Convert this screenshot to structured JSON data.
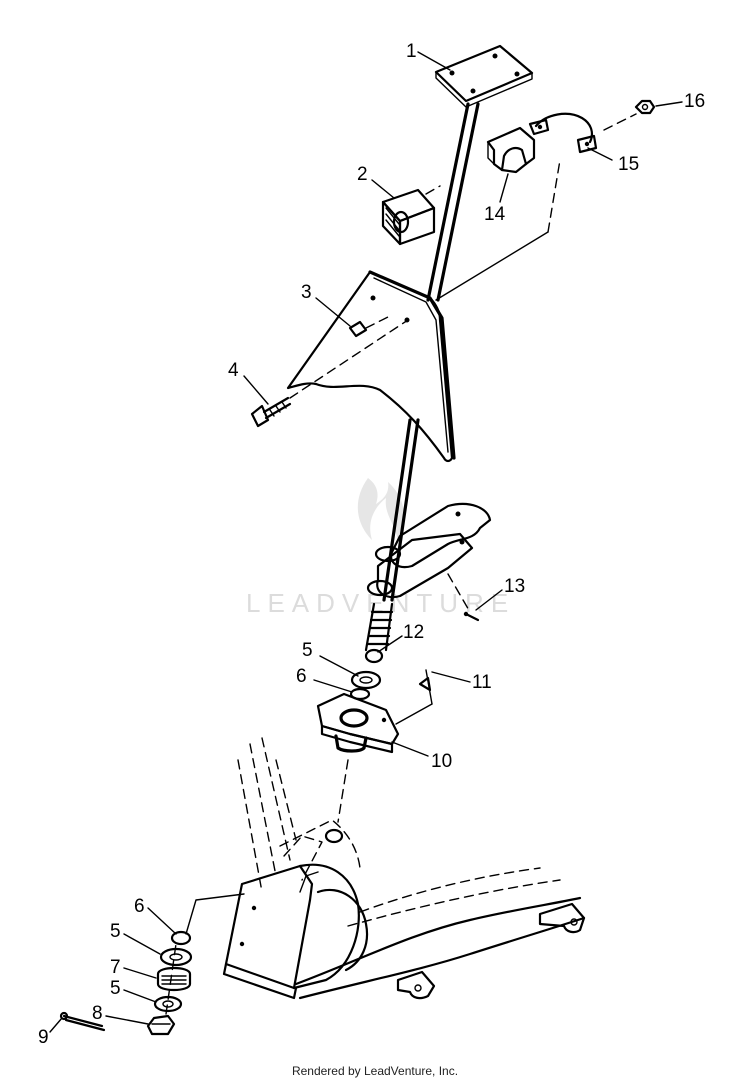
{
  "diagram": {
    "callouts": [
      {
        "id": "c1",
        "label": "1"
      },
      {
        "id": "c2",
        "label": "2"
      },
      {
        "id": "c3",
        "label": "3"
      },
      {
        "id": "c4",
        "label": "4"
      },
      {
        "id": "c5a",
        "label": "5"
      },
      {
        "id": "c6a",
        "label": "6"
      },
      {
        "id": "c10",
        "label": "10"
      },
      {
        "id": "c11",
        "label": "11"
      },
      {
        "id": "c12",
        "label": "12"
      },
      {
        "id": "c13",
        "label": "13"
      },
      {
        "id": "c14",
        "label": "14"
      },
      {
        "id": "c15",
        "label": "15"
      },
      {
        "id": "c16",
        "label": "16"
      },
      {
        "id": "c6b",
        "label": "6"
      },
      {
        "id": "c5b",
        "label": "5"
      },
      {
        "id": "c7",
        "label": "7"
      },
      {
        "id": "c5c",
        "label": "5"
      },
      {
        "id": "c8",
        "label": "8"
      },
      {
        "id": "c9",
        "label": "9"
      }
    ],
    "watermark": "LEADVENTURE"
  },
  "footer": {
    "text": "Rendered by LeadVenture, Inc."
  }
}
